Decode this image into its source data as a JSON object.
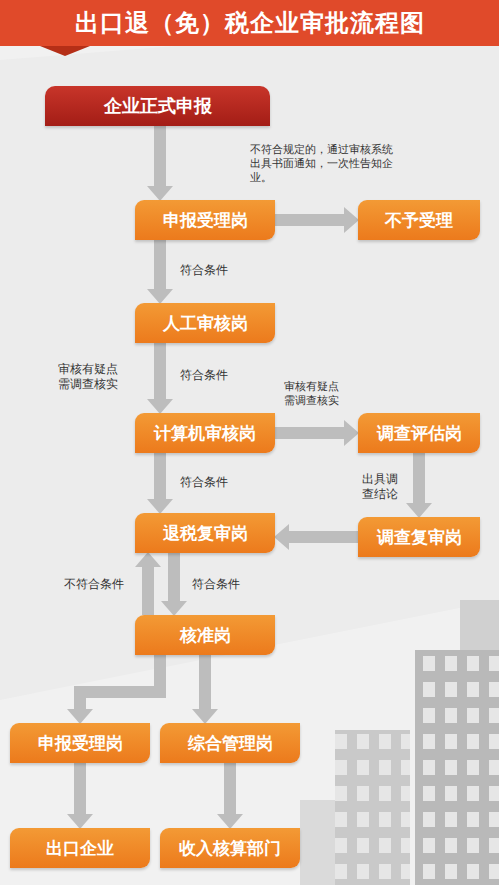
{
  "diagram": {
    "title": "出口退（免）税企业审批流程图",
    "nodes": [
      {
        "text": [
          "企业正式申报"
        ]
      },
      {
        "text": [
          "申报受理岗"
        ]
      },
      {
        "text": [
          "不予受理"
        ]
      },
      {
        "text": [
          "人工审核岗"
        ]
      },
      {
        "text": [
          "计算机审核岗"
        ]
      },
      {
        "text": [
          "调查评估岗"
        ]
      },
      {
        "text": [
          "退税复审岗"
        ]
      },
      {
        "text": [
          "调查复审岗"
        ]
      },
      {
        "text": [
          "核准岗"
        ]
      },
      {
        "text": [
          "申报受理岗"
        ]
      },
      {
        "text": [
          "综合管理岗"
        ]
      },
      {
        "text": [
          "出口企业"
        ]
      },
      {
        "text": [
          "收入核算部门"
        ]
      }
    ],
    "edges": [
      {
        "from": 0,
        "to": 1,
        "arrow": "to"
      },
      {
        "from": 1,
        "to": 2,
        "label": "不符合规定的，通过审核系统出具书面通知，一次性告知企业。",
        "arrow": "to"
      },
      {
        "from": 1,
        "to": 3,
        "label": "符合条件",
        "arrow": "to"
      },
      {
        "from": 3,
        "to": 4,
        "label": "符合条件",
        "arrow": "to"
      },
      {
        "from": 4,
        "to": 5,
        "label": "审核有疑点需调查核实",
        "arrow": "to"
      },
      {
        "from": 4,
        "to": 6,
        "label": "符合条件",
        "arrow": "to"
      },
      {
        "from": 5,
        "to": 7,
        "label": "出具调查结论",
        "arrow": "to"
      },
      {
        "from": 7,
        "to": 6,
        "arrow": "to"
      },
      {
        "from": 6,
        "to": 8,
        "label": "符合条件",
        "arrow": "to"
      },
      {
        "from": 8,
        "to": 6,
        "label": "不符合条件",
        "arrow": "to"
      },
      {
        "from": 8,
        "to": 9,
        "arrow": "to"
      },
      {
        "from": 8,
        "to": 10,
        "arrow": "to"
      },
      {
        "from": 9,
        "to": 11,
        "arrow": "to"
      },
      {
        "from": 10,
        "to": 12,
        "arrow": "to"
      }
    ],
    "labels": [
      "审核有疑点需调查核实"
    ]
  }
}
